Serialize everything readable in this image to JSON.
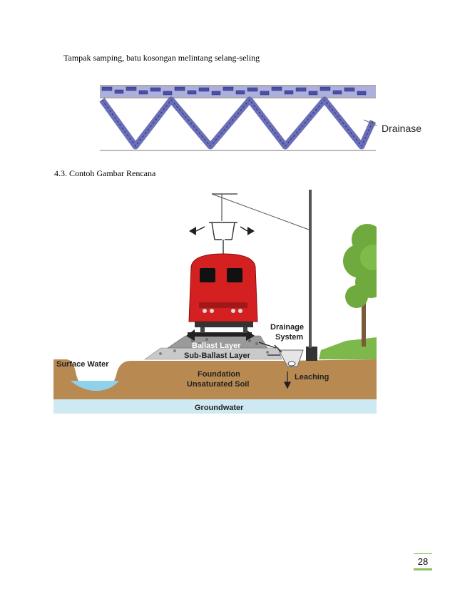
{
  "captions": {
    "side_view": "Tampak samping, batu kosongan melintang selang-seling",
    "section": "4.3. Contoh Gambar Rencana"
  },
  "figure1": {
    "label_drainase": "Drainase"
  },
  "figure2": {
    "labels": {
      "surface_water": "Surface Water",
      "drainage_system_1": "Drainage",
      "drainage_system_2": "System",
      "ballast": "Ballast Layer",
      "sub_ballast": "Sub-Ballast Layer",
      "foundation_1": "Foundation",
      "foundation_2": "Unsaturated Soil",
      "leaching": "Leaching",
      "groundwater": "Groundwater"
    }
  },
  "page": {
    "number": "28"
  },
  "colors": {
    "stone": "#5a5fb0",
    "train_red": "#d42020",
    "soil": "#b88a52",
    "groundwater": "#cfe9f2",
    "grass": "#7db84a",
    "page_accent": "#8fbf5a"
  }
}
